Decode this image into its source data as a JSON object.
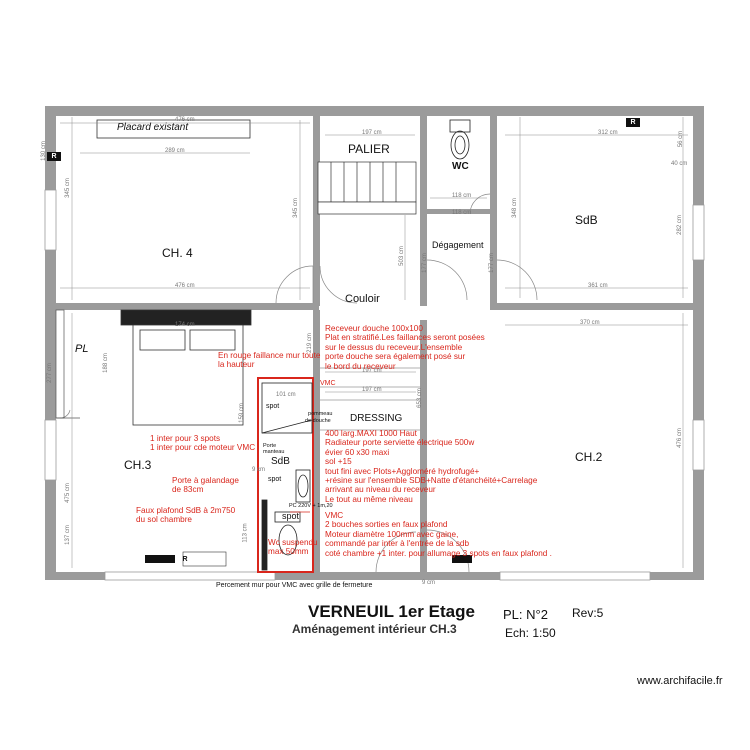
{
  "plan": {
    "title": "VERNEUIL 1er Etage",
    "subtitle": "Aménagement intérieur CH.3",
    "plan_no": "PL: N°2",
    "rev": "Rev:5",
    "scale": "Ech: 1:50",
    "watermark": "www.archifacile.fr"
  },
  "rooms": {
    "ch4": "CH. 4",
    "placard": "Placard existant",
    "palier": "PALIER",
    "wc": "WC",
    "sdb": "SdB",
    "degagement": "Dégagement",
    "couloir": "Couloir",
    "pl": "PL",
    "ch3": "CH.3",
    "dressing": "DRESSING",
    "ch2": "CH.2",
    "sdb_small": "SdB"
  },
  "dimensions": {
    "d476_top": "476 cm",
    "d289": "289 cm",
    "d345_left": "345 cm",
    "d130": "130 cm",
    "d345_mid": "345 cm",
    "d476_bottom": "476 cm",
    "d197_top": "197 cm",
    "d118_top": "118 cm",
    "d118_mid": "118 cm",
    "d312": "312 cm",
    "d56": "56 cm",
    "d40": "40 cm",
    "d348": "348 cm",
    "d282": "282 cm",
    "d361": "361 cm",
    "d503": "503 cm",
    "d177a": "177 cm",
    "d177b": "177 cm",
    "d370": "370 cm",
    "d476_right": "476 cm",
    "d219": "219 cm",
    "d197_mid": "197 cm",
    "d197_low": "197 cm",
    "d653": "653 cm",
    "d101": "101 cm",
    "d188": "188 cm",
    "d277": "277 cm",
    "d475_left": "475 cm",
    "d137": "137 cm",
    "d113": "113 cm",
    "d9a": "9 cm",
    "d9b": "9 cm",
    "d159": "159 cm",
    "d174": "174 cm"
  },
  "labels": {
    "vmc_top": "VMC",
    "spot1": "spot",
    "pommeau": "pommeau",
    "de_douche": "de douche",
    "porte_manteau": "Porte\nmanteau",
    "spot2": "spot",
    "spot3": "spot",
    "pc": "PC 220V + 1m,20",
    "r1": "R",
    "r2": "R",
    "r3": "R",
    "r4": "R"
  },
  "annotations": {
    "faience": [
      "En rouge faillance mur toute",
      "la hauteur"
    ],
    "receveur": [
      "Receveur douche 100x100",
      "Plat en stratifié.Les faillances seront posées",
      "sur le dessus du receveur.L'ensemble",
      "porte douche sera également posé sur",
      "le bord du receveur"
    ],
    "inter": [
      "1 inter pour 3 spots",
      "1 inter pour cde moteur VMC"
    ],
    "meuble": [
      "400 larg.MAXI    1000 Haut",
      "Radiateur porte serviette électrique 500w",
      "évier 60 x30 maxi",
      "sol +15",
      "tout fini avec Plots+Aggloméré hydrofugé+",
      "+résine sur l'ensemble SDB+Natte d'étanchéité+Carrelage",
      "arrivant au niveau du receveur",
      "Le tout au même niveau"
    ],
    "galandage": [
      "Porte à galandage",
      "de 83cm"
    ],
    "plafond": [
      "Faux plafond SdB  à 2m750",
      "du sol chambre"
    ],
    "vmc": [
      "VMC",
      "2 bouches sorties en faux plafond",
      "Moteur diamètre 100mm avec gaine,",
      "commandé par inter à l'entrée de la sdb",
      "coté chambre +1 inter.  pour allumage 3 spots en faux plafond ."
    ],
    "wc_suspendu": [
      "Wc suspendu",
      "max 50mm"
    ],
    "percement": "Percement mur pour VMC avec grille de fermeture"
  },
  "colors": {
    "wall": "#9b9b9b",
    "annotation": "#d9261c",
    "dimension": "#7f7f7f"
  }
}
